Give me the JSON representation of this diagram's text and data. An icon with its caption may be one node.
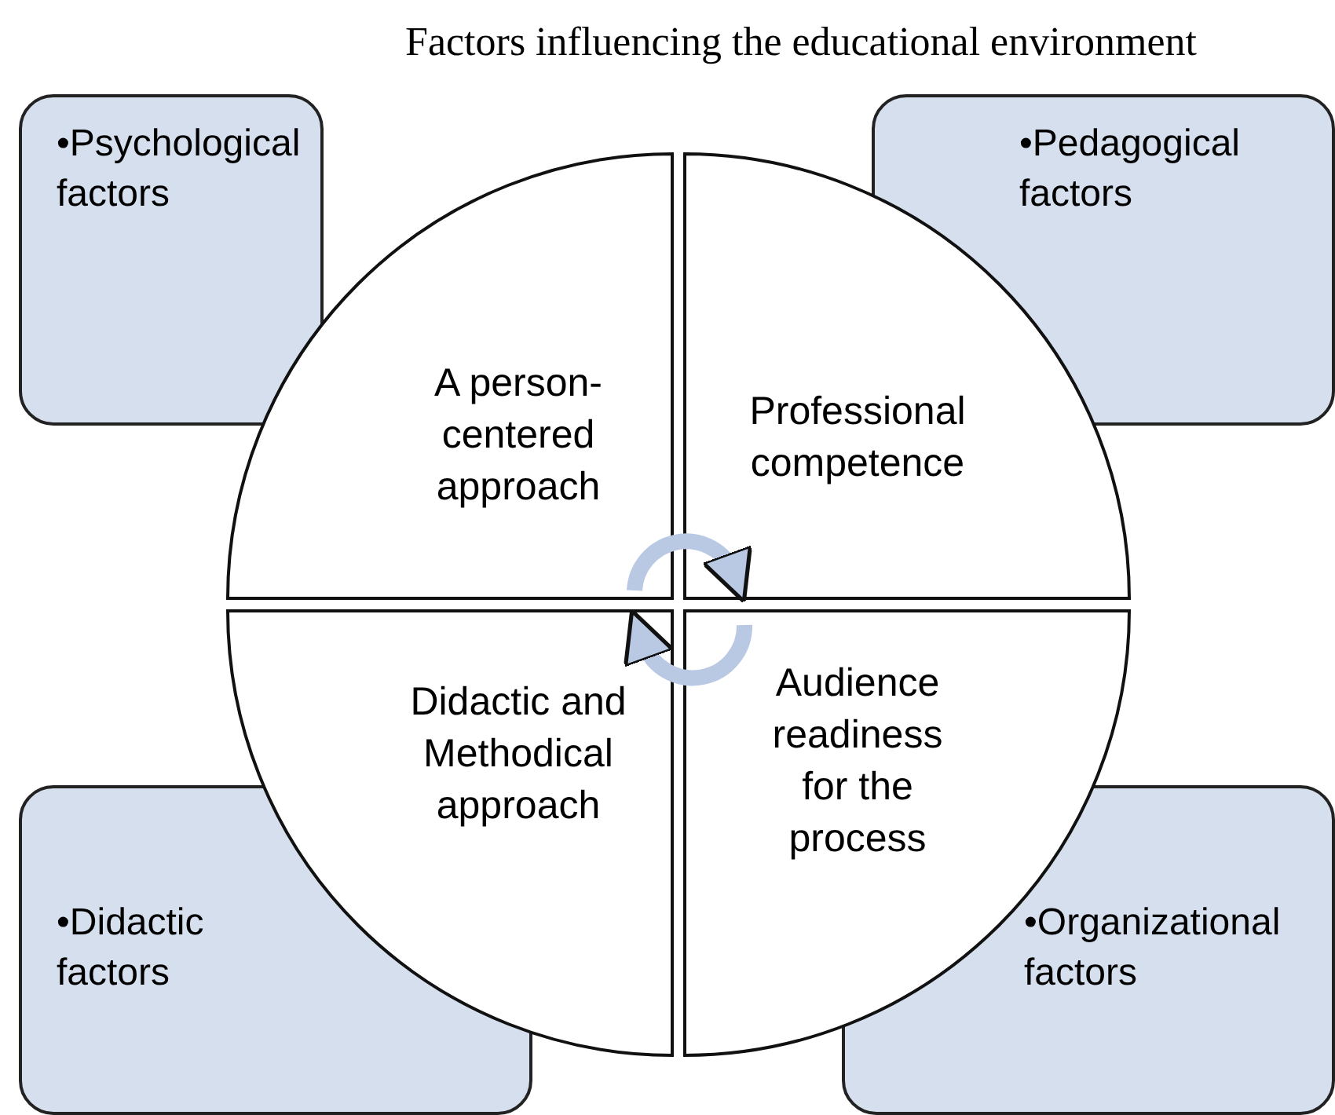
{
  "diagram": {
    "title": "Factors influencing the educational environment",
    "nodes": [
      {
        "text": [
          "•Psychological factors"
        ]
      },
      {
        "text": [
          "•Pedagogical factors"
        ]
      },
      {
        "text": [
          "•Didactic factors"
        ]
      },
      {
        "text": [
          "•Organizational factors"
        ]
      },
      {
        "text": [
          "A person-centered approach"
        ]
      },
      {
        "text": [
          "Professional competence"
        ]
      },
      {
        "text": [
          "Didactic and Methodical approach"
        ]
      },
      {
        "text": [
          "Audience readiness for the process"
        ]
      }
    ],
    "edges": [
      {
        "from": 4,
        "to": 5,
        "arrow": "to"
      },
      {
        "from": 7,
        "to": 6,
        "arrow": "to"
      }
    ]
  }
}
